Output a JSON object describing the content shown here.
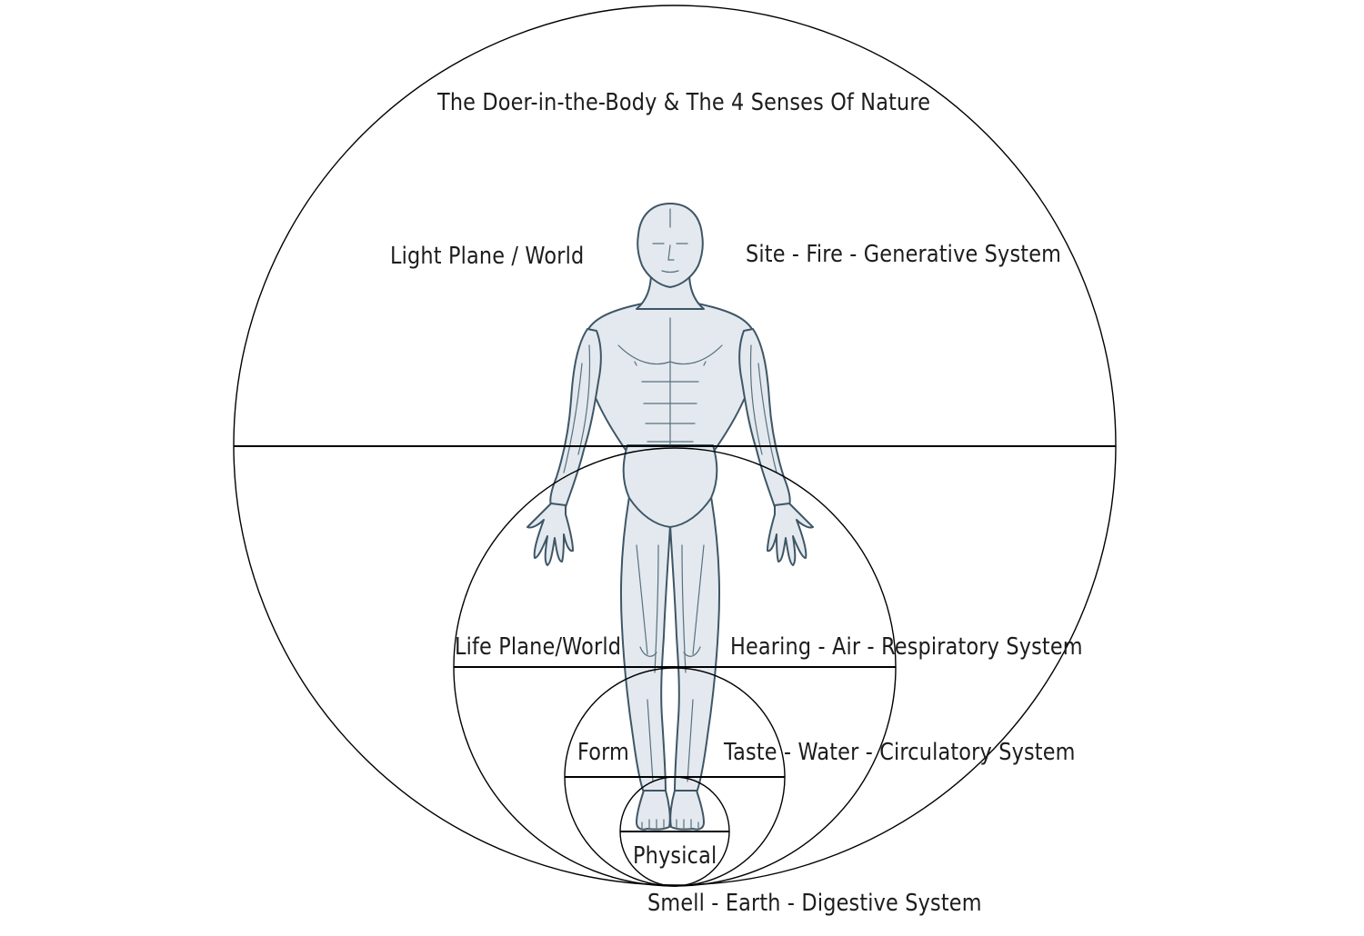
{
  "title": "The Doer-in-the-Body & The 4 Senses Of Nature",
  "planes": {
    "light": "Light Plane / World",
    "life": "Life Plane/World",
    "form": "Form",
    "physical": "Physical"
  },
  "senses": {
    "sight": "Site - Fire - Generative System",
    "hearing": "Hearing - Air - Respiratory System",
    "taste": "Taste - Water - Circulatory System",
    "smell": "Smell - Earth - Digestive System"
  },
  "colors": {
    "line": "#000000",
    "figure_stroke": "#3e5666",
    "figure_fill": "#e3e9ee",
    "text": "#1c1c1c"
  }
}
